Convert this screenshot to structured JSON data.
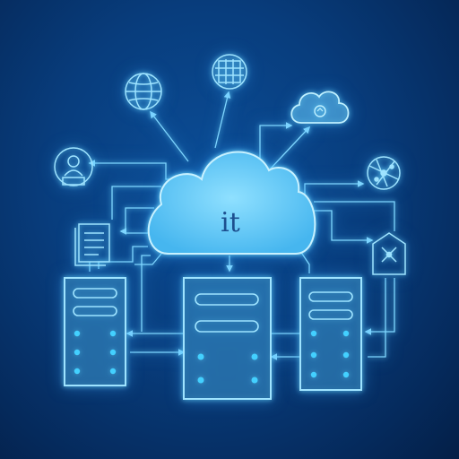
{
  "cloud": {
    "label": "it"
  },
  "colors": {
    "background": "#083d7d",
    "line": "#7fd6ff",
    "glow": "#4fc3ff",
    "cloud_fill": "#5cc6f5",
    "dots": "#43d0ff"
  },
  "icons": {
    "globe_left": "globe-icon",
    "globe_top": "globe-grid-icon",
    "cloud_small": "small-cloud-icon",
    "network": "network-icon",
    "user": "user-icon",
    "document": "document-icon",
    "mobile": "mobile-device-icon"
  },
  "servers": [
    "server-left",
    "server-middle",
    "server-right"
  ]
}
